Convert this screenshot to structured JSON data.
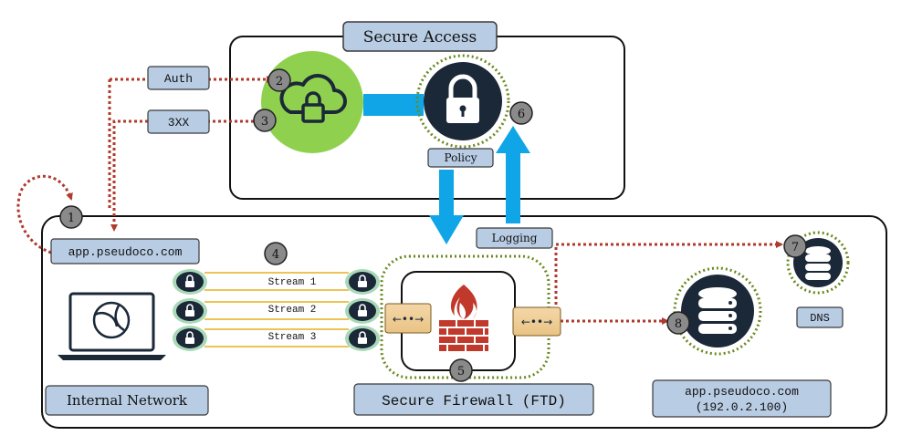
{
  "secure_access": {
    "title": "Secure Access"
  },
  "labels": {
    "auth": "Auth",
    "redirect": "3XX",
    "policy": "Policy",
    "logging": "Logging",
    "host_label": "app.pseudoco.com",
    "internal_network": "Internal Network",
    "firewall": "Secure Firewall (FTD)",
    "dns": "DNS",
    "server_name": "app.pseudoco.com",
    "server_ip": "(192.0.2.100)"
  },
  "streams": [
    {
      "label": "Stream 1"
    },
    {
      "label": "Stream 2"
    },
    {
      "label": "Stream 3"
    }
  ],
  "steps": [
    "1",
    "2",
    "3",
    "4",
    "5",
    "6",
    "7",
    "8"
  ],
  "colors": {
    "label_fill": "#b8cce4",
    "label_stroke": "#3a3a3a",
    "arrow_red": "#b03a2e",
    "arrow_blue": "#0fa5e6",
    "cloud_green": "#8fd14f",
    "dark_navy": "#1b2838",
    "dotted_green": "#6a8a1f",
    "firewall_red": "#c0392b",
    "stream_gold": "#e3b21e"
  }
}
